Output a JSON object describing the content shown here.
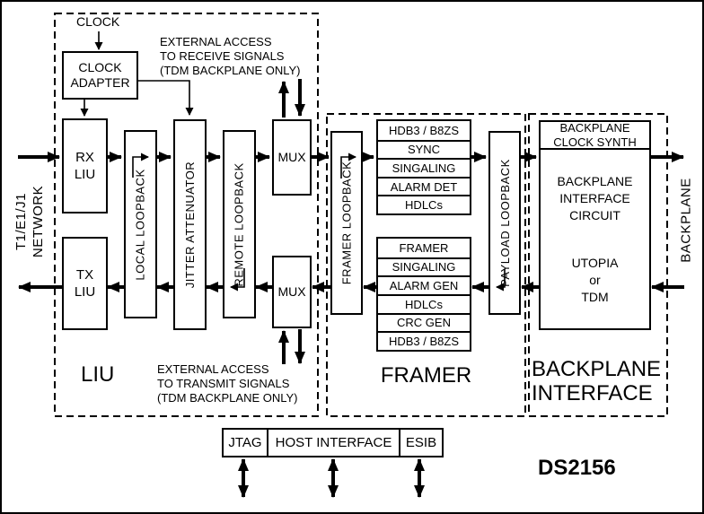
{
  "part_number": "DS2156",
  "network_label_lines": [
    "T1/E1/J1",
    "NETWORK"
  ],
  "backplane_side_label": "BACKPLANE",
  "liu": {
    "section_label": "LIU",
    "clock_label": "CLOCK",
    "clock_adapter_label": "CLOCK ADAPTER",
    "rx_liu_label": "RX LIU",
    "tx_liu_label": "TX LIU",
    "local_loopback_label": "LOCAL LOOPBACK",
    "jitter_attenuator_label": "JITTER ATTENUATOR",
    "remote_loopback_label": "REMOTE LOOPBACK",
    "mux_top_label": "MUX",
    "mux_bottom_label": "MUX",
    "external_receive_lines": [
      "EXTERNAL ACCESS",
      "TO RECEIVE SIGNALS",
      "(TDM BACKPLANE ONLY)"
    ],
    "external_transmit_lines": [
      "EXTERNAL ACCESS",
      "TO TRANSMIT SIGNALS",
      "(TDM BACKPLANE ONLY)"
    ]
  },
  "framer": {
    "section_label": "FRAMER",
    "framer_loopback_label": "FRAMER LOOPBACK",
    "payload_loopback_label": "PAYLOAD LOOPBACK",
    "receive_blocks": [
      "HDB3 / B8ZS",
      "SYNC",
      "SINGALING",
      "ALARM DET",
      "HDLCs"
    ],
    "transmit_blocks": [
      "FRAMER",
      "SINGALING",
      "ALARM GEN",
      "HDLCs",
      "CRC GEN",
      "HDB3 / B8ZS"
    ]
  },
  "backplane": {
    "section_label_lines": [
      "BACKPLANE",
      "INTERFACE"
    ],
    "clock_synth_label": "BACKPLANE CLOCK SYNTH",
    "circuit_lines": [
      "BACKPLANE",
      "INTERFACE",
      "CIRCUIT"
    ],
    "mode_lines": [
      "UTOPIA",
      "or",
      "TDM"
    ]
  },
  "host": {
    "jtag_label": "JTAG",
    "host_interface_label": "HOST INTERFACE",
    "esib_label": "ESIB"
  },
  "colors": {
    "line": "#000000",
    "background": "#ffffff",
    "text": "#000000"
  }
}
